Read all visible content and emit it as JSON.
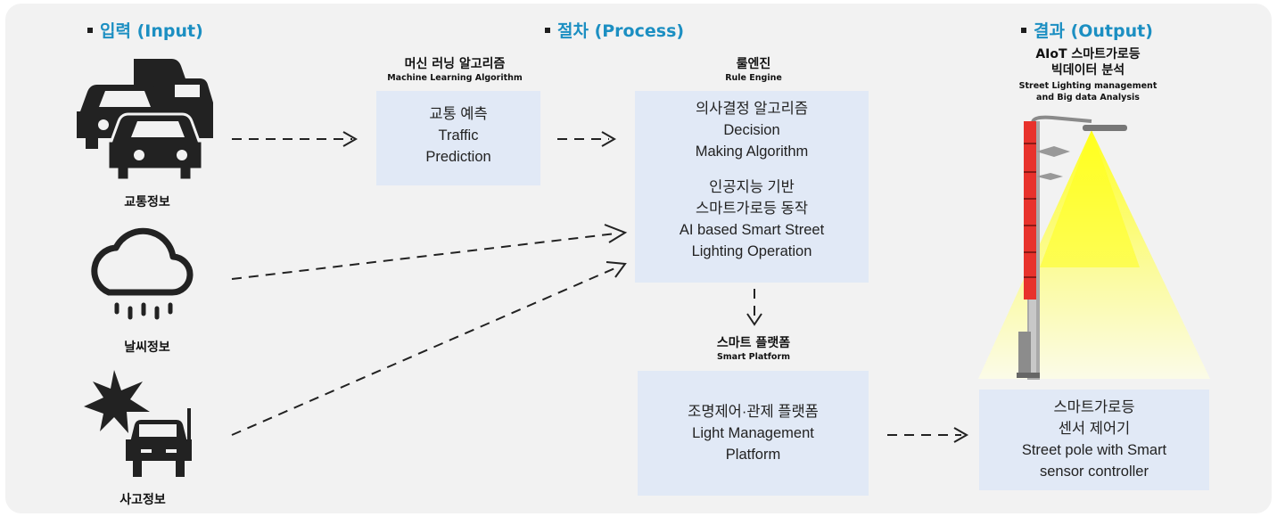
{
  "headings": {
    "input": "입력 (Input)",
    "process": "절차 (Process)",
    "output": "결과 (Output)"
  },
  "ml": {
    "ko": "머신 러닝 알고리즘",
    "en": "Machine Learning Algorithm"
  },
  "traffic_box": [
    "교통 예측",
    "Traffic",
    "Prediction"
  ],
  "rule": {
    "ko": "룰엔진",
    "en": "Rule Engine"
  },
  "decision_box": {
    "top": [
      "의사결정 알고리즘",
      "Decision",
      "Making Algorithm"
    ],
    "bottom": [
      "인공지능 기반",
      "스마트가로등 동작",
      "AI based Smart Street",
      "Lighting Operation"
    ]
  },
  "platform": {
    "ko": "스마트 플랫폼",
    "en": "Smart Platform"
  },
  "platform_box": [
    "조명제어·관제 플랫폼",
    "Light Management",
    "Platform"
  ],
  "aiot": {
    "ko1": "AIoT 스마트가로등",
    "ko2": "빅데이터 분석",
    "en1": "Street Lighting management",
    "en2": "and Big data Analysis"
  },
  "output_box": [
    "스마트가로등",
    "센서 제어기",
    "Street pole with Smart",
    "sensor controller"
  ],
  "inputs": [
    "교통정보",
    "날씨정보",
    "사고정보"
  ],
  "icons": [
    "cars-icon",
    "rain-cloud-icon",
    "accident-truck-icon",
    "street-light-icon"
  ],
  "colors": {
    "heading": "#1c8fc2",
    "box": "#e1e9f6",
    "pole_light": "#e8322c",
    "beam": "#ffff33",
    "panel": "#f2f2f2"
  }
}
